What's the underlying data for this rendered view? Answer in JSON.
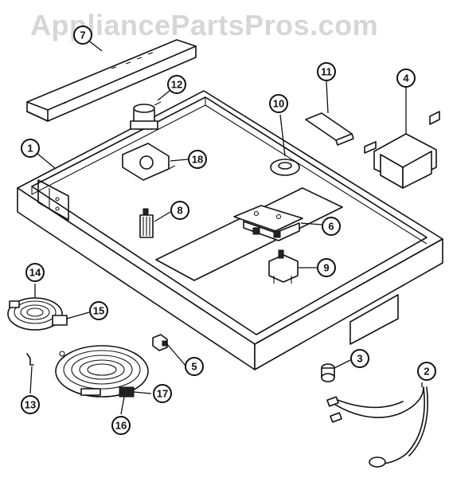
{
  "watermark": "AppliancePartsPros.com",
  "callouts": [
    {
      "id": "c1",
      "label": "1"
    },
    {
      "id": "c2",
      "label": "2"
    },
    {
      "id": "c3",
      "label": "3"
    },
    {
      "id": "c4",
      "label": "4"
    },
    {
      "id": "c5",
      "label": "5"
    },
    {
      "id": "c6",
      "label": "6"
    },
    {
      "id": "c7",
      "label": "7"
    },
    {
      "id": "c8",
      "label": "8"
    },
    {
      "id": "c9",
      "label": "9"
    },
    {
      "id": "c10",
      "label": "10"
    },
    {
      "id": "c11",
      "label": "11"
    },
    {
      "id": "c12",
      "label": "12"
    },
    {
      "id": "c13",
      "label": "13"
    },
    {
      "id": "c14",
      "label": "14"
    },
    {
      "id": "c15",
      "label": "15"
    },
    {
      "id": "c16",
      "label": "16"
    },
    {
      "id": "c17",
      "label": "17"
    },
    {
      "id": "c18",
      "label": "18"
    }
  ]
}
